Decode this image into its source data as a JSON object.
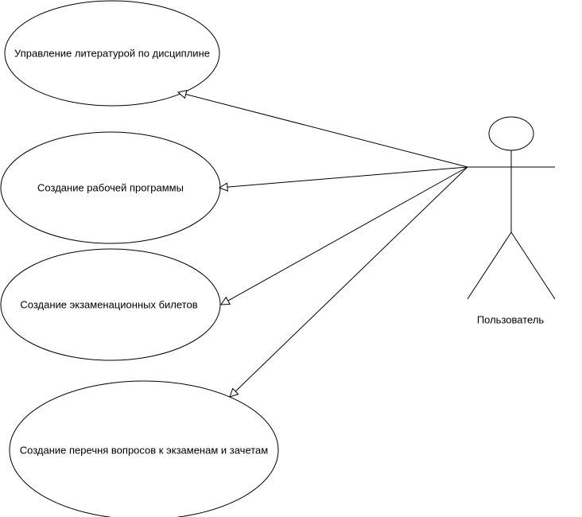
{
  "use_cases": [
    {
      "id": "uc1",
      "label": "Управление литературой по дисциплине"
    },
    {
      "id": "uc2",
      "label": "Создание рабочей программы"
    },
    {
      "id": "uc3",
      "label": "Создание экзаменационных билетов"
    },
    {
      "id": "uc4",
      "label": "Создание перечня вопросов к экзаменам и зачетам"
    }
  ],
  "actor": {
    "label": "Пользователь"
  },
  "colors": {
    "stroke": "#000000",
    "background": "#ffffff"
  }
}
